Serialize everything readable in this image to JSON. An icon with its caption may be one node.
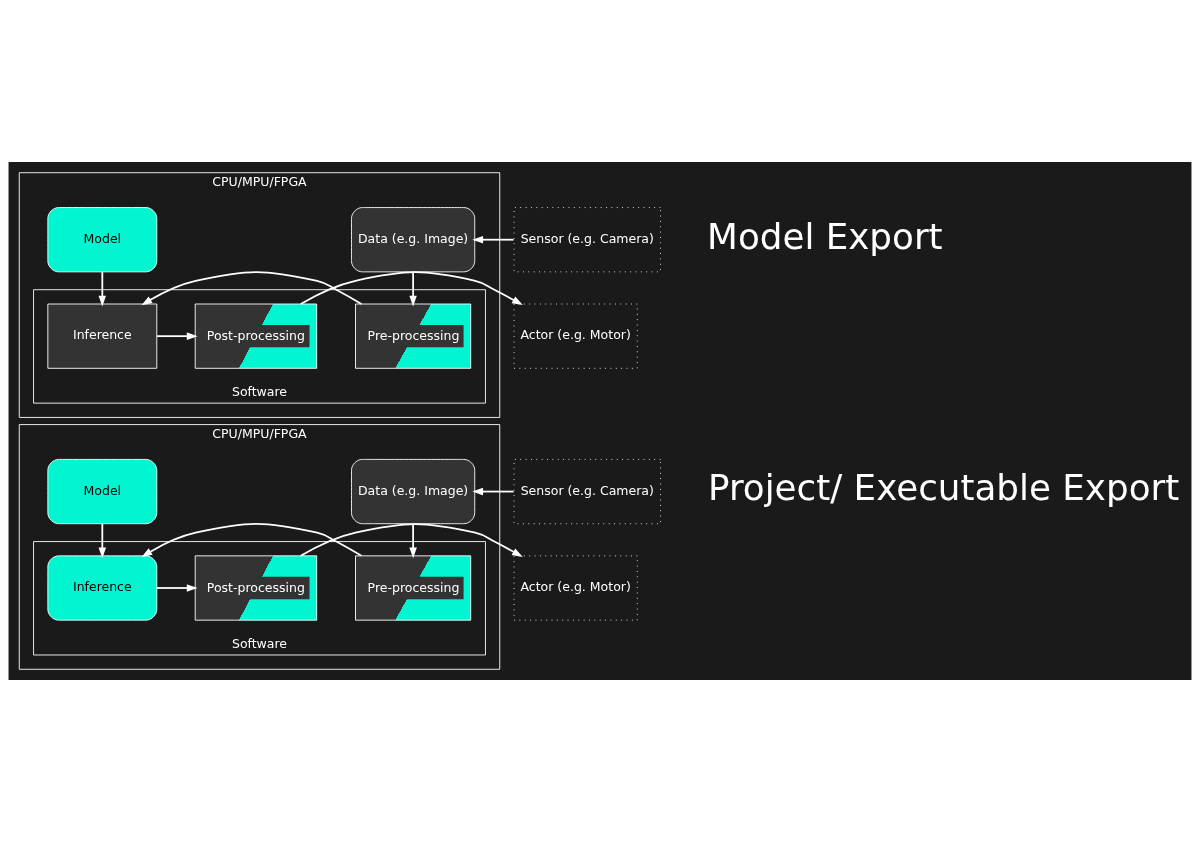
{
  "diagram": {
    "nodes": [
      {
        "text": [
          "CPU/MPU/FPGA"
        ]
      },
      {
        "text": [
          "Sensor (e.g. Camera)"
        ]
      },
      {
        "text": [
          "Data (e.g. Image)"
        ],
        "in": 0
      },
      {
        "text": [
          "Model"
        ],
        "in": 0
      },
      {
        "text": [
          "Software"
        ],
        "in": 0
      },
      {
        "text": [
          "Pre-processing"
        ],
        "in": 4
      },
      {
        "text": [
          "Inference"
        ],
        "in": 4
      },
      {
        "text": [
          "Post-processing"
        ],
        "in": 4
      },
      {
        "text": [
          "Actor (e.g. Motor)"
        ]
      },
      {
        "text": [
          "CPU/MPU/FPGA"
        ]
      },
      {
        "text": [
          "Sensor (e.g. Camera)"
        ]
      },
      {
        "text": [
          "Data (e.g. Image)"
        ],
        "in": 9
      },
      {
        "text": [
          "Model"
        ],
        "in": 9
      },
      {
        "text": [
          "Software"
        ],
        "in": 9
      },
      {
        "text": [
          "Pre-processing"
        ],
        "in": 13
      },
      {
        "text": [
          "Inference"
        ],
        "in": 13
      },
      {
        "text": [
          "Post-processing"
        ],
        "in": 13
      },
      {
        "text": [
          "Actor (e.g. Motor)"
        ]
      }
    ],
    "edges": [
      {
        "from": 1,
        "to": 2,
        "arrow": "to"
      },
      {
        "from": 2,
        "to": 5,
        "arrow": "to"
      },
      {
        "from": 3,
        "to": 6,
        "arrow": "to"
      },
      {
        "from": 5,
        "to": 6,
        "arrow": "to"
      },
      {
        "from": 6,
        "to": 7,
        "arrow": "to"
      },
      {
        "from": 7,
        "to": 8,
        "arrow": "to"
      },
      {
        "from": 10,
        "to": 11,
        "arrow": "to"
      },
      {
        "from": 11,
        "to": 14,
        "arrow": "to"
      },
      {
        "from": 12,
        "to": 15,
        "arrow": "to"
      },
      {
        "from": 14,
        "to": 15,
        "arrow": "to"
      },
      {
        "from": 15,
        "to": 16,
        "arrow": "to"
      },
      {
        "from": 16,
        "to": 17,
        "arrow": "to"
      }
    ],
    "labels": [
      "Model Export",
      "Project/ Executable Export"
    ]
  }
}
